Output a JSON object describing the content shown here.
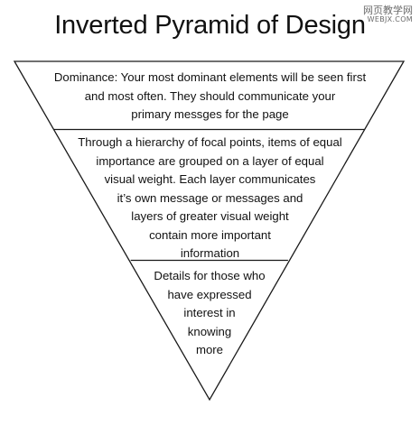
{
  "title": "Inverted Pyramid of Design",
  "watermark": {
    "chinese": "网页教学网",
    "url": "WEBJX.COM"
  },
  "levels": [
    {
      "lines": [
        "Dominance: Your most dominant elements will be seen first",
        "and most often. They should communicate your",
        "primary messges for the page"
      ]
    },
    {
      "lines": [
        "Through a hierarchy of focal points, items of equal",
        "importance are grouped on a layer of equal",
        "visual weight. Each layer communicates",
        "it’s own message or messages and",
        "layers of greater visual weight",
        "contain more important",
        "information"
      ]
    },
    {
      "lines": [
        "Details for those who",
        "have expressed",
        "interest in",
        "knowing",
        "more"
      ]
    }
  ],
  "colors": {
    "stroke": "#1a1a1a",
    "text": "#111111",
    "background": "#ffffff"
  }
}
